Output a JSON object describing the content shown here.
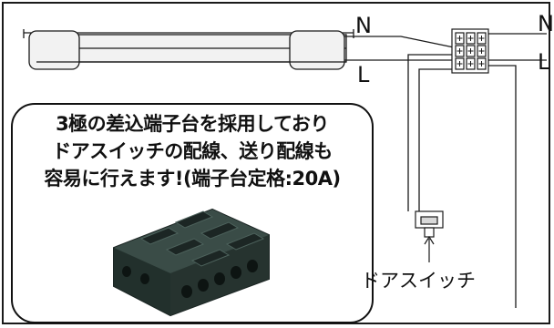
{
  "labels": {
    "neutral_fixture": "N",
    "live_fixture": "L",
    "neutral_right": "N",
    "live_right": "L",
    "door_switch": "ドアスイッチ"
  },
  "callout": {
    "line1": "3極の差込端子台を採用しており",
    "line2": "ドアスイッチの配線、送り配線も",
    "line3": "容易に行えます!(端子台定格:20A)"
  },
  "colors": {
    "line": "#1a1a1a",
    "terminal_block": "#2f3e3a",
    "terminal_block_dark": "#1c2624",
    "fixture_fill": "#f2f2f2"
  }
}
